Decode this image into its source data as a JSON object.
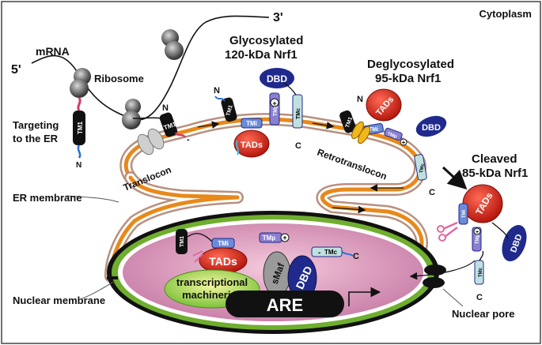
{
  "labels": {
    "cytoplasm": "Cytoplasm",
    "mrna": "mRNA",
    "five_prime": "5'",
    "three_prime": "3'",
    "ribosome": "Ribosome",
    "targeting_line1": "Targeting",
    "targeting_line2": "to the ER",
    "translocon": "Translocon",
    "retrotranslocon": "Retrotranslocon",
    "er_membrane": "ER membrane",
    "nuclear_membrane": "Nuclear membrane",
    "nuclear_pore": "Nuclear pore",
    "glyco_line1": "Glycosylated",
    "glyco_line2": "120-kDa Nrf1",
    "deglyco_line1": "Deglycosylated",
    "deglyco_line2": "95-kDa Nrf1",
    "cleaved_line1": "Cleaved",
    "cleaved_line2": "85-kDa Nrf1",
    "transcriptional_line1": "transcriptional",
    "transcriptional_line2": "machineries",
    "are": "ARE",
    "smaf": "sMaf"
  },
  "domains": {
    "tm1": "TM1",
    "tmi": "TMi",
    "tmp": "TMp",
    "tmc": "TMc",
    "tads": "TADs",
    "dbd": "DBD",
    "n": "N",
    "c": "C",
    "plus": "+",
    "minus": "-"
  },
  "colors": {
    "er_orange": "#e8891a",
    "er_border": "#b89080",
    "nucleus_green": "#6fae2e",
    "nucleus_fill": "#e7a6c6",
    "tads_red": "#d92a1d",
    "dbd_navy": "#1f2a8c",
    "tmi_blue": "#6b8ad8",
    "tmp_purple": "#8a7fd0",
    "tmc_teal": "#bfe0e0",
    "tm1_black": "#111111",
    "ribosome_gray": "#8a8a8a"
  }
}
